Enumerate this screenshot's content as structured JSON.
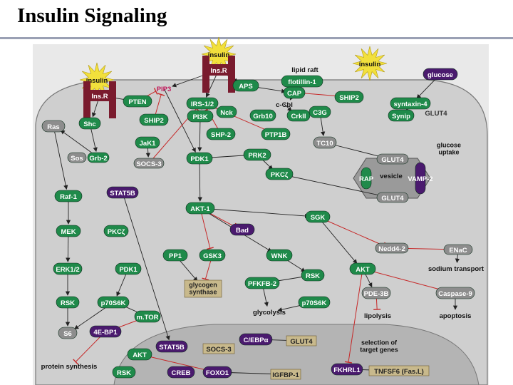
{
  "title": "Insulin Signaling",
  "colors": {
    "green": "#1f8a4a",
    "dark_green": "#0e4a2a",
    "purple": "#4a1a6e",
    "gray": "#8d8d8d",
    "tan": "#c8b98c",
    "receptor": "#7a1b2e",
    "cell_body": "#cfcfcf",
    "starburst": "#f2e03c",
    "inhibit_red": "#c62828"
  },
  "nodes": [
    {
      "id": "insulin_r1",
      "label": "insulin",
      "style": "star"
    },
    {
      "id": "insulin_r2",
      "label": "insulin",
      "style": "star"
    },
    {
      "id": "insulin_free",
      "label": "insulin",
      "style": "star"
    },
    {
      "id": "insr1",
      "label": "Ins.R",
      "style": "receptor"
    },
    {
      "id": "insr2",
      "label": "Ins.R",
      "style": "receptor"
    },
    {
      "id": "lipid_raft",
      "label": "lipid raft",
      "style": "text"
    },
    {
      "id": "flotillin",
      "label": "flotillin-1",
      "style": "green"
    },
    {
      "id": "aps",
      "label": "APS",
      "style": "green"
    },
    {
      "id": "cap",
      "label": "CAP",
      "style": "green"
    },
    {
      "id": "glucose",
      "label": "glucose",
      "style": "purple"
    },
    {
      "id": "pip3",
      "label": "PIP3",
      "style": "red_text"
    },
    {
      "id": "pten",
      "label": "PTEN",
      "style": "green"
    },
    {
      "id": "irs",
      "label": "IRS-1/2",
      "style": "green"
    },
    {
      "id": "cbl",
      "label": "c-Cbl",
      "style": "text"
    },
    {
      "id": "ship2_top",
      "label": "SHIP2",
      "style": "green"
    },
    {
      "id": "syntaxin",
      "label": "syntaxin-4",
      "style": "green"
    },
    {
      "id": "nck",
      "label": "Nck",
      "style": "green"
    },
    {
      "id": "pi3k",
      "label": "PI3K",
      "style": "green"
    },
    {
      "id": "grb10",
      "label": "Grb10",
      "style": "green"
    },
    {
      "id": "crkii",
      "label": "CrkII",
      "style": "green"
    },
    {
      "id": "c3g",
      "label": "C3G",
      "style": "green"
    },
    {
      "id": "synip",
      "label": "Synip",
      "style": "green"
    },
    {
      "id": "glut4_top",
      "label": "GLUT4",
      "style": "gray_text"
    },
    {
      "id": "ship2_left",
      "label": "SHIP2",
      "style": "green"
    },
    {
      "id": "ras",
      "label": "Ras",
      "style": "gray"
    },
    {
      "id": "shc",
      "label": "Shc",
      "style": "green"
    },
    {
      "id": "shp2",
      "label": "SHP-2",
      "style": "green"
    },
    {
      "id": "ptp1b",
      "label": "PTP1B",
      "style": "green"
    },
    {
      "id": "tc10",
      "label": "TC10",
      "style": "gray"
    },
    {
      "id": "glucose_uptake",
      "label": "glucose uptake",
      "style": "text"
    },
    {
      "id": "jak1",
      "label": "JaK1",
      "style": "green"
    },
    {
      "id": "sos",
      "label": "Sos",
      "style": "gray"
    },
    {
      "id": "grb2",
      "label": "Grb-2",
      "style": "green"
    },
    {
      "id": "socs3_top",
      "label": "SOCS-3",
      "style": "gray"
    },
    {
      "id": "pdk1_top",
      "label": "PDK1",
      "style": "green"
    },
    {
      "id": "prk2",
      "label": "PRK2",
      "style": "green"
    },
    {
      "id": "glut14",
      "label": "GLUT4",
      "style": "gray"
    },
    {
      "id": "vesicle",
      "label": "vesicle",
      "style": "text"
    },
    {
      "id": "rap",
      "label": "RAP",
      "style": "green"
    },
    {
      "id": "vamp2",
      "label": "VAMP-2",
      "style": "purple"
    },
    {
      "id": "pkcz_top",
      "label": "PKCζ",
      "style": "green"
    },
    {
      "id": "glut4_vesicle",
      "label": "GLUT4",
      "style": "gray"
    },
    {
      "id": "raf1",
      "label": "Raf-1",
      "style": "green"
    },
    {
      "id": "stat5b_top",
      "label": "STAT5B",
      "style": "purple"
    },
    {
      "id": "akt_top",
      "label": "AKT-1",
      "style": "green"
    },
    {
      "id": "sgk",
      "label": "SGK",
      "style": "green"
    },
    {
      "id": "mek",
      "label": "MEK",
      "style": "green"
    },
    {
      "id": "pkcz_left",
      "label": "PKCζ",
      "style": "green"
    },
    {
      "id": "bad",
      "label": "Bad",
      "style": "purple"
    },
    {
      "id": "nedd4",
      "label": "Nedd4-2",
      "style": "gray"
    },
    {
      "id": "enac",
      "label": "ENaC",
      "style": "gray"
    },
    {
      "id": "pp1",
      "label": "PP1",
      "style": "green"
    },
    {
      "id": "gsk3",
      "label": "GSK3",
      "style": "green"
    },
    {
      "id": "wnk",
      "label": "WNK",
      "style": "green"
    },
    {
      "id": "erk12",
      "label": "ERK1/2",
      "style": "green"
    },
    {
      "id": "pdk1_left",
      "label": "PDK1",
      "style": "green"
    },
    {
      "id": "rsk_mid",
      "label": "RSK",
      "style": "green"
    },
    {
      "id": "akt_right",
      "label": "AKT",
      "style": "green"
    },
    {
      "id": "sodium",
      "label": "sodium transport",
      "style": "text"
    },
    {
      "id": "glycogen",
      "label": "glycogen synthase",
      "style": "tan"
    },
    {
      "id": "pfkfb2",
      "label": "PFKFB-2",
      "style": "green"
    },
    {
      "id": "pde3b",
      "label": "PDE-3B",
      "style": "gray"
    },
    {
      "id": "caspase9",
      "label": "Caspase-9",
      "style": "gray"
    },
    {
      "id": "rsk_left",
      "label": "RSK",
      "style": "green"
    },
    {
      "id": "p70_left",
      "label": "p70S6K",
      "style": "green"
    },
    {
      "id": "p70_mid",
      "label": "p70S6K",
      "style": "green"
    },
    {
      "id": "mtor",
      "label": "m.TOR",
      "style": "green"
    },
    {
      "id": "glycolysis",
      "label": "glycolysis",
      "style": "text"
    },
    {
      "id": "lipolysis",
      "label": "lipolysis",
      "style": "text"
    },
    {
      "id": "apoptosis",
      "label": "apoptosis",
      "style": "text"
    },
    {
      "id": "s6",
      "label": "S6",
      "style": "gray"
    },
    {
      "id": "4ebp1",
      "label": "4E-BP1",
      "style": "purple"
    },
    {
      "id": "cebpa",
      "label": "C/EBPα",
      "style": "purple"
    },
    {
      "id": "glut4_gene",
      "label": "GLUT4",
      "style": "tan"
    },
    {
      "id": "selection",
      "label": "selection of target genes",
      "style": "text"
    },
    {
      "id": "stat5b_bot",
      "label": "STAT5B",
      "style": "purple"
    },
    {
      "id": "socs3_bot",
      "label": "SOCS-3",
      "style": "tan"
    },
    {
      "id": "akt_bot",
      "label": "AKT",
      "style": "green"
    },
    {
      "id": "protein_synthesis",
      "label": "protein synthesis",
      "style": "text"
    },
    {
      "id": "rsk_bot",
      "label": "RSK",
      "style": "green"
    },
    {
      "id": "creb",
      "label": "CREB",
      "style": "purple"
    },
    {
      "id": "foxo1",
      "label": "FOXO1",
      "style": "purple"
    },
    {
      "id": "igfbp1",
      "label": "IGFBP-1",
      "style": "tan"
    },
    {
      "id": "fkhrl1",
      "label": "FKHRL1",
      "style": "purple"
    },
    {
      "id": "tnfsf6",
      "label": "TNFSF6 (Fas.L)",
      "style": "tan"
    }
  ]
}
